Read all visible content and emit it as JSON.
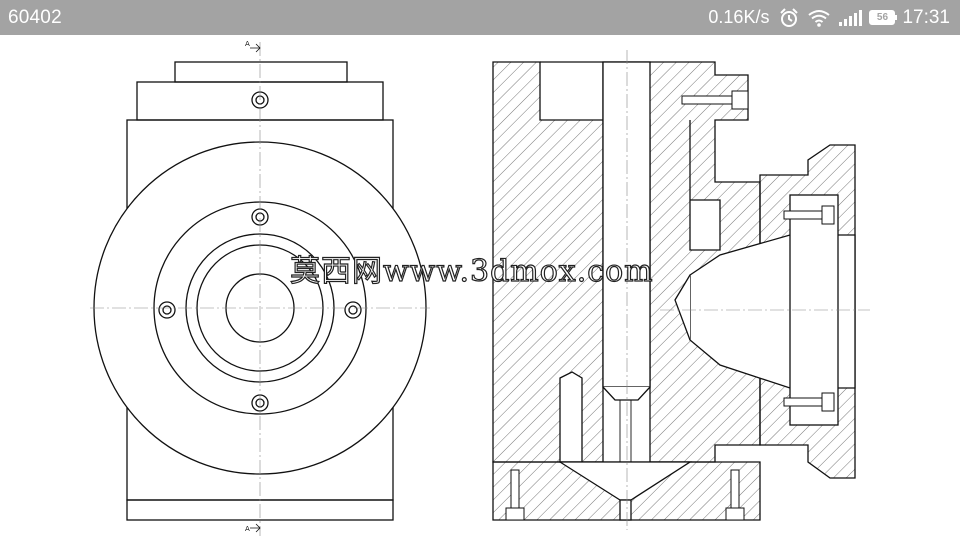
{
  "status_bar": {
    "left_text": "60402",
    "network_speed": "0.16K/s",
    "battery_level": "56",
    "time": "17:31",
    "icons": [
      "alarm-clock-icon",
      "wifi-icon",
      "signal-icon",
      "battery-icon"
    ]
  },
  "drawing": {
    "section_label_top": "A",
    "section_label_bottom": "A",
    "watermark": "莫西网www.3dmox.com"
  },
  "colors": {
    "status_bar_bg": "#a3a3a3",
    "line": "#111111",
    "hatch": "#555555",
    "background": "#ffffff"
  }
}
